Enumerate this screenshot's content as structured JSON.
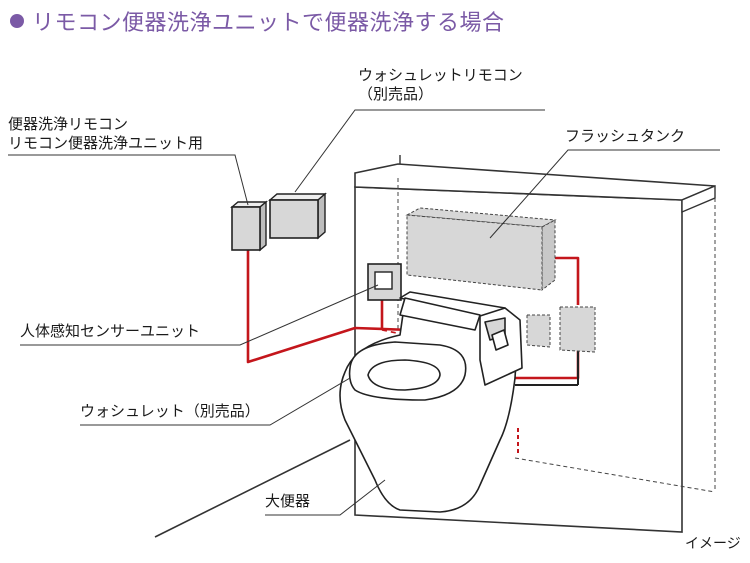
{
  "title": "リモコン便器洗浄ユニットで便器洗浄する場合",
  "colors": {
    "accent": "#7b5aa6",
    "wire_red": "#c4161c",
    "box_fill": "#d7d7d7",
    "line": "#333333"
  },
  "labels": {
    "washlet_remote_line1": "ウォシュレットリモコン",
    "washlet_remote_line2": "（別売品）",
    "flush_remote_line1": "便器洗浄リモコン",
    "flush_remote_line2": "リモコン便器洗浄ユニット用",
    "flush_tank": "フラッシュタンク",
    "sensor_unit": "人体感知センサーユニット",
    "washlet": "ウォシュレット（別売品）",
    "toilet_bowl": "大便器",
    "image_note": "イメージ"
  }
}
